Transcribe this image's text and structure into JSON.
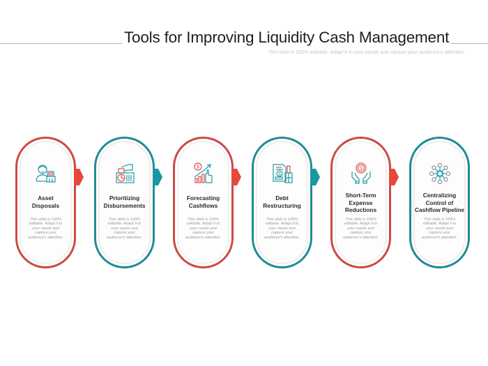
{
  "slide": {
    "title": "Tools for Improving Liquidity Cash Management",
    "subtitle": "This slide is 100% editable. Adapt it to your needs and capture your audience's attention."
  },
  "colors": {
    "red": "#cc4a44",
    "teal": "#1f8c96",
    "arrow_red": "#e8473b",
    "arrow_teal": "#1a97a3"
  },
  "steps": [
    {
      "label_lines": [
        "Asset",
        "Disposals"
      ],
      "label": "Asset Disposals",
      "icon": "asset-disposal-icon",
      "color": "red",
      "desc_lines": [
        "This slide is 100%",
        "editable.  Adapt it to",
        "your needs and",
        "capture your",
        "audience's  attention."
      ]
    },
    {
      "label_lines": [
        "Prioritizing",
        "Disbursements"
      ],
      "label": "Prioritizing Disbursements",
      "icon": "disbursement-icon",
      "color": "teal",
      "desc_lines": [
        "This slide is 100%",
        "editable.  Adapt it to",
        "your needs and",
        "capture your",
        "audience's  attention."
      ]
    },
    {
      "label_lines": [
        "Forecasting",
        "Cashflows"
      ],
      "label": "Forecasting Cashflows",
      "icon": "growth-chart-icon",
      "color": "red",
      "desc_lines": [
        "This slide is 100%",
        "editable.  Adapt it to",
        "your needs and",
        "capture your",
        "audience's  attention."
      ]
    },
    {
      "label_lines": [
        "Debt",
        "Restructuring"
      ],
      "label": "Debt Restructuring",
      "icon": "debt-document-icon",
      "color": "teal",
      "desc_lines": [
        "This slide is 100%",
        "editable.  Adapt it to",
        "your needs and",
        "capture your",
        "audience's  attention."
      ]
    },
    {
      "label_lines": [
        "Short-Term",
        "Expense",
        "Reductions"
      ],
      "label": "Short-Term Expense Reductions",
      "icon": "hands-coin-icon",
      "color": "red",
      "desc_lines": [
        "This slide is 100%",
        "editable.  Adapt it to",
        "your needs and",
        "capture your",
        "audience's  attention."
      ]
    },
    {
      "label_lines": [
        "Centralizing",
        "Control of",
        "Cashflow Pipeline"
      ],
      "label": "Centralizing Control of Cashflow Pipeline",
      "icon": "network-hub-icon",
      "color": "teal",
      "desc_lines": [
        "This slide is 100%",
        "editable.  Adapt it to",
        "your needs and",
        "capture your",
        "audience's  attention."
      ]
    }
  ]
}
